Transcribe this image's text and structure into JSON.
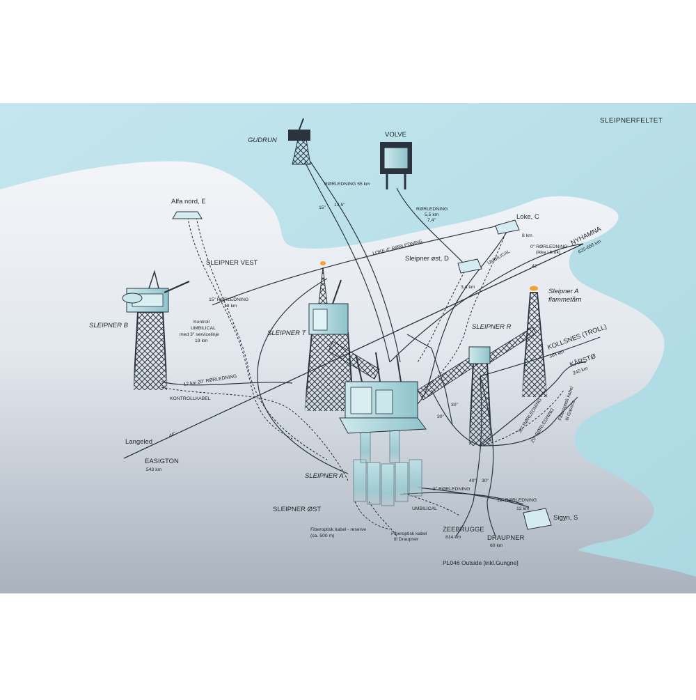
{
  "map_title": "SLEIPNERFELTET",
  "footer": "PL046 Outside [inkl.Gungne]",
  "platforms": {
    "sleipner_a": "SLEIPNER A",
    "sleipner_b": "SLEIPNER B",
    "sleipner_t": "SLEIPNER T",
    "sleipner_r": "SLEIPNER R",
    "sleipner_a_flare": [
      "Sleipner A",
      "flammetårn"
    ]
  },
  "areas": {
    "sleipner_vest": "SLEIPNER VEST",
    "sleipner_ost": "SLEIPNER ØST"
  },
  "fields": {
    "gudrun": "GUDRUN",
    "volve": "VOLVE",
    "alfa_nord": "Alfa nord, E",
    "loke": "Loke, C",
    "sleipner_ost_d": "Sleipner øst, D",
    "sigyn": "Sigyn, S"
  },
  "destinations": {
    "nyhamna": "NYHAMNA",
    "nyhamna_dist": "625-656 km",
    "kollsnes": "KOLLSNES (TROLL)",
    "kollsnes_dist": "364 km",
    "karsto": "KÅRSTØ",
    "karsto_dist": "240 km",
    "langeled": "Langeled",
    "easington": "EASIGTON",
    "easington_dist": "543 km",
    "zeebrugge": "ZEEBRUGGE",
    "zeebrugge_dist": "814 km",
    "draupner": "DRAUPNER",
    "draupner_dist": "60 km"
  },
  "pipe_labels": {
    "gudrun_pipe": "RØRLEDNING 55 km",
    "gudrun_15": "15\"",
    "gudrun_13": "13,5\"",
    "volve_pipe": [
      "RØRLEDNING",
      "5,5 km",
      "7,4\""
    ],
    "loke_pipe": "LOKE 4\" RØRLEDNING",
    "loke_dist": "8 km",
    "loke_0": [
      "0\" RØRLEDNING",
      "(ikke i bruk)"
    ],
    "nyhamna_42": "42\"",
    "umbilical_d": "UMBILICAL",
    "d_dist": "3,4 km",
    "alfa_pipe": [
      "15\" RØRLEDNING",
      "18 km"
    ],
    "kontroll_umb": [
      "Kontroll",
      "UMBILICAL",
      "med 3\" servicelinje",
      "19 km"
    ],
    "b_pipe": "12 km 20\" RØRLEDNING",
    "kontrollkabel": "KONTROLLKABEL",
    "langeled_44": "44\"",
    "t_30a": "30\"",
    "t_30b": "30\"",
    "r_pipe_30": "30\" RØRLEDNING",
    "r_pipe_20": "20\" RØRLEDNING",
    "fiber_gassco": [
      "Fiberoptisk kabel",
      "til Gassco"
    ],
    "a_8in": "8\" RØRLEDNING",
    "a_umbilical": "UMBILICAL",
    "sigyn_pipe": "12\" RØRLEDNING",
    "sigyn_dist": "12 km",
    "zb_40": "40\"",
    "dr_30": "30\"",
    "fiber_reserve": [
      "Fiberoptisk kabel - reserve",
      "(ca. 500 m)"
    ],
    "fiber_draupner": [
      "Fiberoptisk kabel",
      "til Draupner"
    ]
  },
  "colors": {
    "sea": "#b8dfe8",
    "seabed": "#dfe5eb",
    "seabed_dark": "#9aa4b1",
    "structure": "#232c36",
    "deck": "#b5dde2",
    "flare": "#f2a233"
  }
}
